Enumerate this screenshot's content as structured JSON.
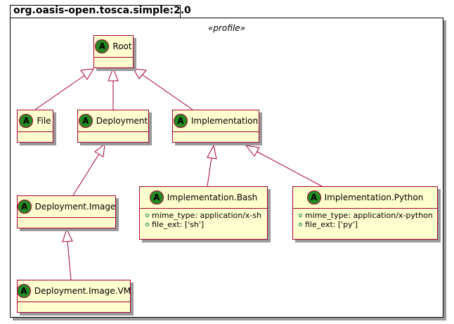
{
  "package": {
    "title": "org.oasis-open.tosca.simple:2.0",
    "stereotype": "«profile»"
  },
  "classes": {
    "root": {
      "badge": "A",
      "name": "Root"
    },
    "file": {
      "badge": "A",
      "name": "File"
    },
    "deployment": {
      "badge": "A",
      "name": "Deployment"
    },
    "implementation": {
      "badge": "A",
      "name": "Implementation"
    },
    "deployment_image": {
      "badge": "A",
      "name": "Deployment.Image"
    },
    "deployment_image_vm": {
      "badge": "A",
      "name": "Deployment.Image.VM"
    },
    "implementation_bash": {
      "badge": "A",
      "name": "Implementation.Bash",
      "attributes": [
        "mime_type: application/x-sh",
        "file_ext: ['sh']"
      ]
    },
    "implementation_python": {
      "badge": "A",
      "name": "Implementation.Python",
      "attributes": [
        "mime_type: application/x-python",
        "file_ext: ['py']"
      ]
    }
  },
  "relations": [
    {
      "from": "File",
      "to": "Root",
      "type": "generalization"
    },
    {
      "from": "Deployment",
      "to": "Root",
      "type": "generalization"
    },
    {
      "from": "Implementation",
      "to": "Root",
      "type": "generalization"
    },
    {
      "from": "Deployment.Image",
      "to": "Deployment",
      "type": "generalization"
    },
    {
      "from": "Deployment.Image.VM",
      "to": "Deployment.Image",
      "type": "generalization"
    },
    {
      "from": "Implementation.Bash",
      "to": "Implementation",
      "type": "generalization"
    },
    {
      "from": "Implementation.Python",
      "to": "Implementation",
      "type": "generalization"
    }
  ],
  "colors": {
    "class_fill": "#fefece",
    "class_border": "#a80036",
    "abstract_badge": "#228b22",
    "edge": "#a80036"
  }
}
